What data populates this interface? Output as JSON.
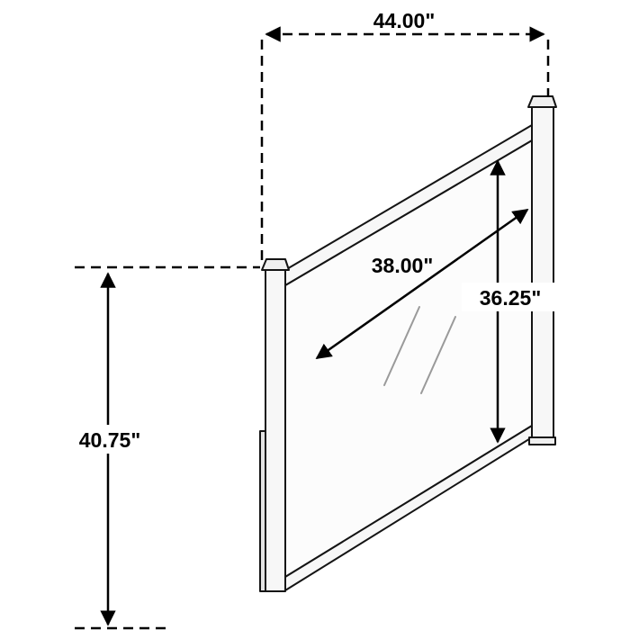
{
  "diagram": {
    "name": "mirror-dimension-diagram",
    "labels": {
      "overall_width": "44.00\"",
      "overall_height": "40.75\"",
      "mirror_width": "38.00\"",
      "mirror_height": "36.25\""
    },
    "colors": {
      "background": "#ffffff",
      "line": "#000000",
      "frame_fill": "#f7f7f7",
      "frame_cap_fill": "#efefef",
      "frame_side_fill": "#e4e4e4",
      "glass_fill": "#fcfcfc",
      "shine": "#9a9a9a"
    }
  }
}
